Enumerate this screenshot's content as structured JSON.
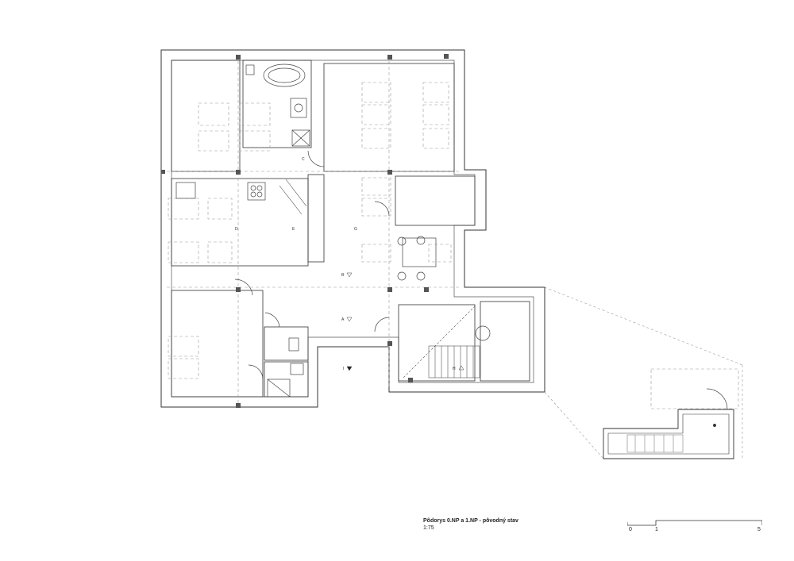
{
  "drawing": {
    "title": "Pôdorys 0.NP a 1.NP - pôvodný stav",
    "scale": "1:75"
  },
  "scale_bar": {
    "ticks": [
      "0",
      "1",
      "5"
    ]
  },
  "room_tags": [
    {
      "id": "A",
      "label": "A"
    },
    {
      "id": "B",
      "label": "B"
    },
    {
      "id": "C",
      "label": "C"
    },
    {
      "id": "D",
      "label": "D"
    },
    {
      "id": "E",
      "label": "E"
    },
    {
      "id": "G",
      "label": "G"
    },
    {
      "id": "H",
      "label": "H"
    },
    {
      "id": "I",
      "label": "I"
    }
  ],
  "colors": {
    "wall": "#333333",
    "dashed": "#999999",
    "column": "#555555"
  }
}
